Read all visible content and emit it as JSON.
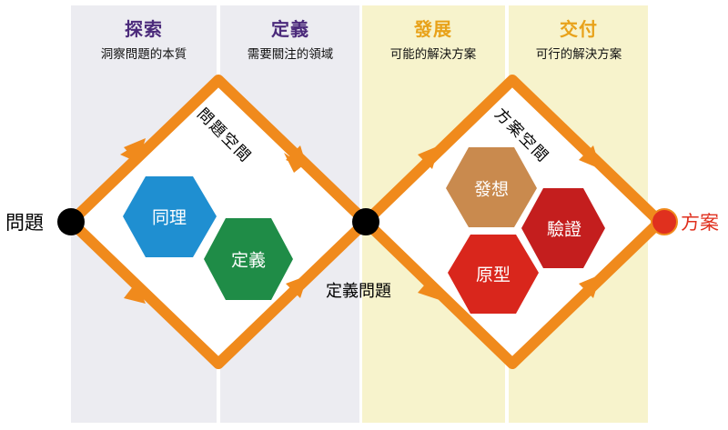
{
  "phases": [
    {
      "title": "探索",
      "subtitle": "洞察問題的本質",
      "title_color": "#4b2a7b",
      "panel": "grey"
    },
    {
      "title": "定義",
      "subtitle": "需要關注的領域",
      "title_color": "#4b2a7b",
      "panel": "grey"
    },
    {
      "title": "發展",
      "subtitle": "可能的解決方案",
      "title_color": "#e8a21a",
      "panel": "yellow"
    },
    {
      "title": "交付",
      "subtitle": "可行的解決方案",
      "title_color": "#e8a21a",
      "panel": "yellow"
    }
  ],
  "nodes": {
    "start": {
      "label": "問題",
      "color": "#000000"
    },
    "middle": {
      "label": "定義問題",
      "color": "#000000"
    },
    "end": {
      "label": "方案",
      "color": "#e0301e"
    }
  },
  "spaces": {
    "problem_space": "問題空間",
    "solution_space": "方案空間"
  },
  "hexagons": [
    {
      "label": "同理",
      "color": "#1f8fd1"
    },
    {
      "label": "定義",
      "color": "#1f8c47"
    },
    {
      "label": "發想",
      "color": "#c98a4e"
    },
    {
      "label": "驗證",
      "color": "#c41e1e"
    },
    {
      "label": "原型",
      "color": "#d9261c"
    }
  ],
  "colors": {
    "path": "#f08a1c",
    "grey_panel": "#ececf1",
    "yellow_panel": "#f7f3cc"
  }
}
